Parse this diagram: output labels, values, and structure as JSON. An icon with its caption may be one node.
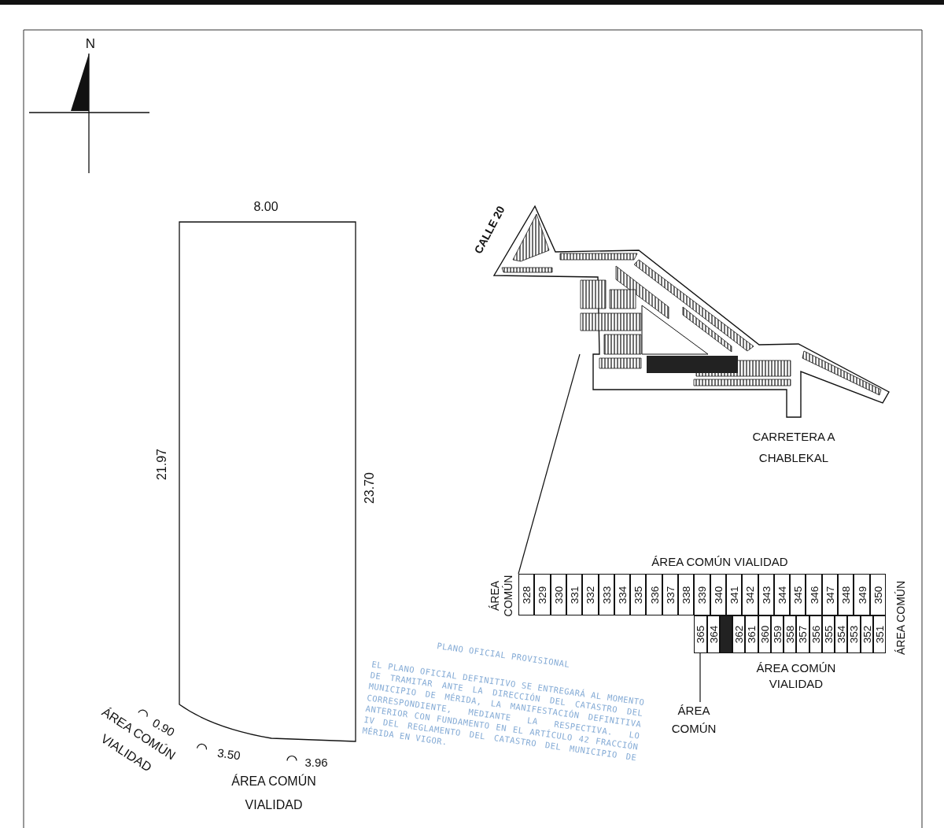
{
  "diagram": {
    "nodes": [
      {
        "text": [
          "328"
        ]
      },
      {
        "text": [
          "329"
        ]
      },
      {
        "text": [
          "330"
        ]
      },
      {
        "text": [
          "331"
        ]
      },
      {
        "text": [
          "332"
        ]
      },
      {
        "text": [
          "333"
        ]
      },
      {
        "text": [
          "334"
        ]
      },
      {
        "text": [
          "335"
        ]
      },
      {
        "text": [
          "336"
        ]
      },
      {
        "text": [
          "337"
        ]
      },
      {
        "text": [
          "338"
        ]
      },
      {
        "text": [
          "339"
        ]
      },
      {
        "text": [
          "340"
        ]
      },
      {
        "text": [
          "341"
        ]
      },
      {
        "text": [
          "342"
        ]
      },
      {
        "text": [
          "343"
        ]
      },
      {
        "text": [
          "344"
        ]
      },
      {
        "text": [
          "345"
        ]
      },
      {
        "text": [
          "346"
        ]
      },
      {
        "text": [
          "347"
        ]
      },
      {
        "text": [
          "348"
        ]
      },
      {
        "text": [
          "349"
        ]
      },
      {
        "text": [
          "350"
        ]
      },
      {
        "text": [
          "365"
        ]
      },
      {
        "text": [
          "364"
        ]
      },
      {
        "text": [],
        "shape": "box"
      },
      {
        "text": [
          "362"
        ]
      },
      {
        "text": [
          "361"
        ]
      },
      {
        "text": [
          "360"
        ]
      },
      {
        "text": [
          "359"
        ]
      },
      {
        "text": [
          "358"
        ]
      },
      {
        "text": [
          "357"
        ]
      },
      {
        "text": [
          "356"
        ]
      },
      {
        "text": [
          "355"
        ]
      },
      {
        "text": [
          "354"
        ]
      },
      {
        "text": [
          "353"
        ]
      },
      {
        "text": [
          "352"
        ]
      },
      {
        "text": [
          "351"
        ]
      },
      {
        "text": [],
        "shape": "picture"
      },
      {
        "text": [
          "ÁREA COMÚN"
        ]
      },
      {
        "text": [],
        "shape": "box"
      }
    ],
    "edges": [
      {
        "from": 38,
        "to": 0,
        "arrow": "none"
      },
      {
        "from": 39,
        "to": 23,
        "arrow": "none"
      }
    ],
    "labels": [
      "N",
      "8.00",
      "21.97",
      "23.70",
      "0.90",
      "ÁREA COMÚN VIALIDAD",
      "3.50",
      "3.96",
      "ÁREA COMÚN VIALIDAD",
      "CALLE 20",
      "CARRETERA A CHABLEKAL",
      "ÁREA COMÚN VIALIDAD",
      "ÁREA COMÚN",
      "ÁREA COMÚN",
      "ÁREA COMÚN VIALIDAD",
      "PLANO OFICIAL PROVISIONAL",
      "EL PLANO OFICIAL DEFINITIVO SE ENTREGARÁ AL MOMENTO DE TRAMITAR ANTE LA DIRECCIÓN DEL CATASTRO DEL MUNICIPIO DE MÉRIDA, LA MANIFESTACIÓN DEFINITIVA CORRESPONDIENTE, MEDIANTE LA RESPECTIVA. LO ANTERIOR CON FUNDAMENTO EN EL ARTÍCULO 42 FRACCIÓN IV DEL REGLAMENTO DEL CATASTRO DEL MUNICIPIO DE MÉRIDA EN VIGOR."
    ]
  }
}
